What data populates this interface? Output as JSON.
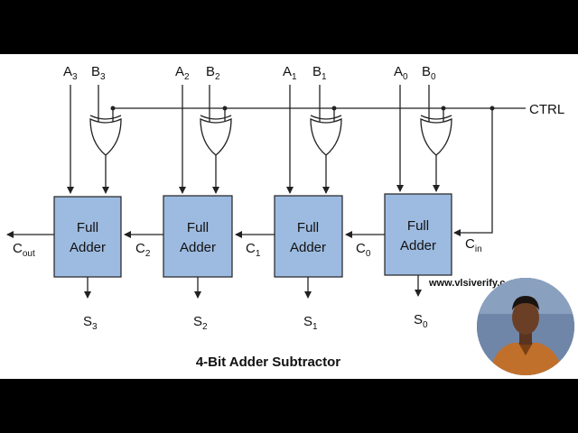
{
  "diagram": {
    "title": "4-Bit Adder Subtractor",
    "ctrl_label": "CTRL",
    "fa_line1": "Full",
    "fa_line2": "Adder",
    "stages": [
      {
        "a": "A",
        "b": "B",
        "s": "S",
        "idx": "3"
      },
      {
        "a": "A",
        "b": "B",
        "s": "S",
        "idx": "2"
      },
      {
        "a": "A",
        "b": "B",
        "s": "S",
        "idx": "1"
      },
      {
        "a": "A",
        "b": "B",
        "s": "S",
        "idx": "0"
      }
    ],
    "carries": [
      {
        "c": "C",
        "idx": "2"
      },
      {
        "c": "C",
        "idx": "1"
      },
      {
        "c": "C",
        "idx": "0"
      }
    ],
    "cout": {
      "main": "C",
      "sub": "out"
    },
    "cin": {
      "main": "C",
      "sub": "in"
    }
  },
  "watermark": "www.vlsiverify.c",
  "colors": {
    "adder_fill": "#9dbbe0",
    "background": "#ffffff",
    "letterbox": "#000000"
  }
}
